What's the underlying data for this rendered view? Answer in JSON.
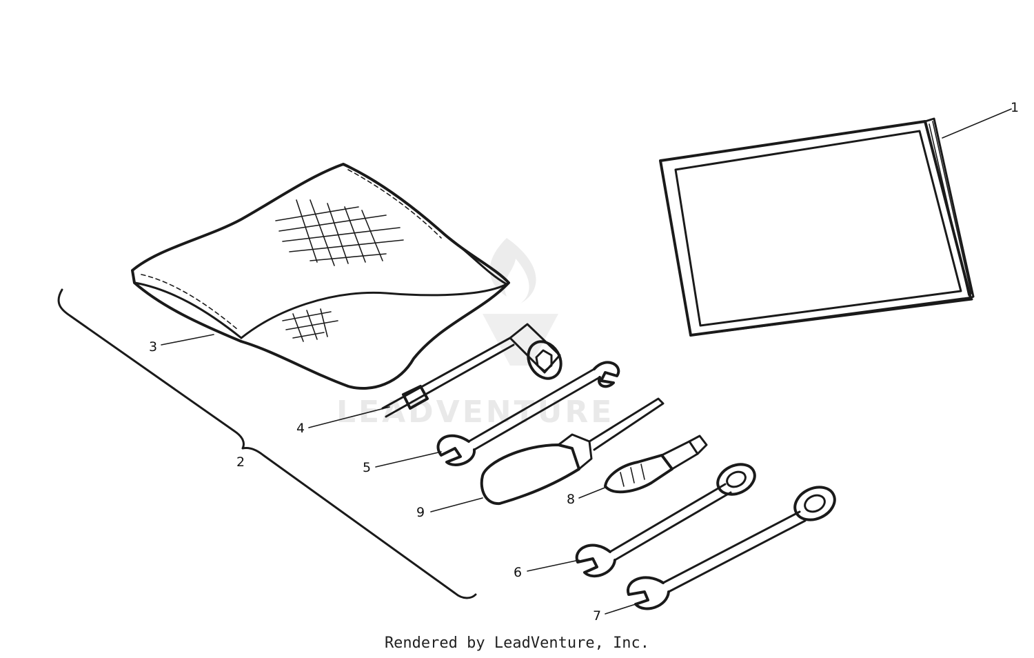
{
  "watermark": {
    "text": "LEADVENTURE"
  },
  "callouts": {
    "c1": "1",
    "c2": "2",
    "c3": "3",
    "c4": "4",
    "c5": "5",
    "c6": "6",
    "c7": "7",
    "c8": "8",
    "c9": "9"
  },
  "footer": {
    "text": "Rendered by LeadVenture, Inc."
  }
}
